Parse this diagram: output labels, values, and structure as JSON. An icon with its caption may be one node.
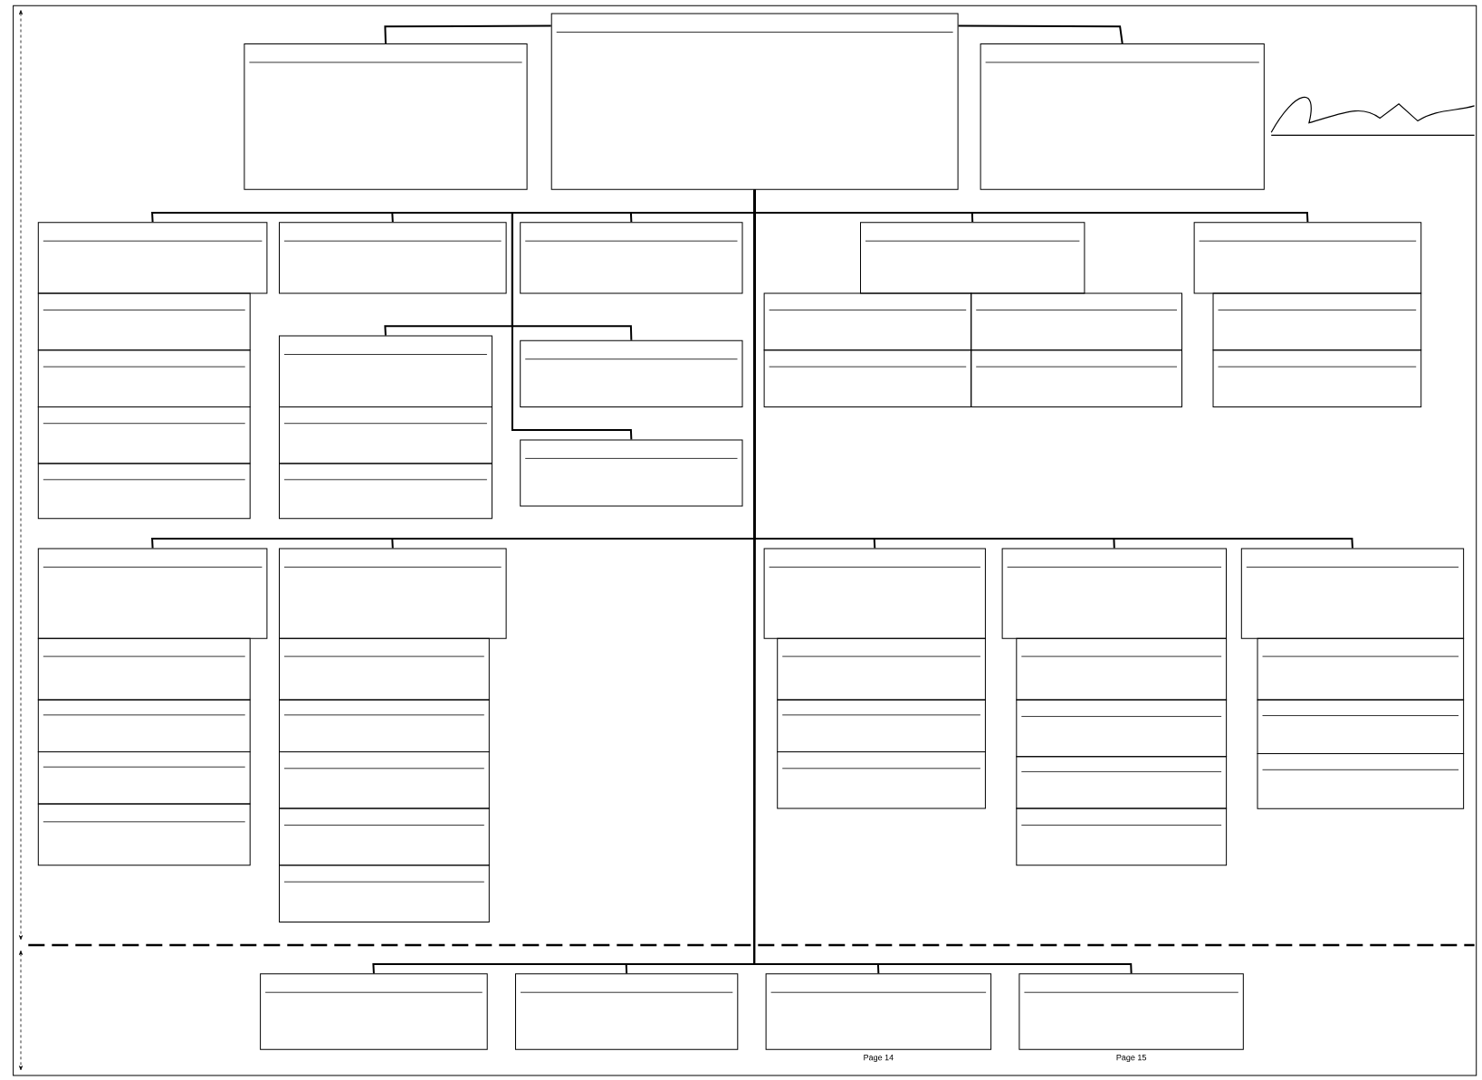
{
  "diagram": {
    "nodes": [
      {
        "text": [],
        "shape": "box"
      },
      {
        "text": [],
        "shape": "box"
      },
      {
        "text": [],
        "shape": "box"
      },
      {
        "text": [],
        "shape": "box"
      },
      {
        "text": [],
        "shape": "box"
      },
      {
        "text": [],
        "shape": "box"
      },
      {
        "text": [],
        "shape": "box"
      },
      {
        "text": [],
        "shape": "box"
      },
      {
        "text": [],
        "shape": "box"
      },
      {
        "text": [],
        "shape": "box"
      },
      {
        "text": [],
        "shape": "box"
      },
      {
        "text": [],
        "shape": "box"
      },
      {
        "text": [],
        "shape": "box"
      },
      {
        "text": [],
        "shape": "box"
      },
      {
        "text": [],
        "shape": "box"
      },
      {
        "text": [],
        "shape": "box"
      },
      {
        "text": [],
        "shape": "box"
      },
      {
        "text": [],
        "shape": "box"
      },
      {
        "text": [],
        "shape": "box"
      },
      {
        "text": [],
        "shape": "box"
      },
      {
        "text": [],
        "shape": "box"
      },
      {
        "text": [],
        "shape": "box"
      },
      {
        "text": [],
        "shape": "box"
      },
      {
        "text": [],
        "shape": "box"
      },
      {
        "text": [],
        "shape": "box"
      },
      {
        "text": [],
        "shape": "box"
      },
      {
        "text": [],
        "shape": "box"
      },
      {
        "text": [],
        "shape": "box"
      },
      {
        "text": [],
        "shape": "box"
      },
      {
        "text": [],
        "shape": "box"
      },
      {
        "text": [],
        "shape": "box"
      },
      {
        "text": [],
        "shape": "box"
      },
      {
        "text": [],
        "shape": "box"
      },
      {
        "text": [],
        "shape": "box"
      },
      {
        "text": [],
        "shape": "box"
      },
      {
        "text": [],
        "shape": "box"
      },
      {
        "text": [],
        "shape": "box"
      },
      {
        "text": [],
        "shape": "box"
      },
      {
        "text": [],
        "shape": "box"
      },
      {
        "text": [],
        "shape": "box"
      },
      {
        "text": [],
        "shape": "box"
      },
      {
        "text": [],
        "shape": "box"
      },
      {
        "text": [],
        "shape": "box"
      },
      {
        "text": [],
        "shape": "box"
      },
      {
        "text": [],
        "shape": "box"
      },
      {
        "text": [],
        "shape": "box"
      },
      {
        "text": [],
        "shape": "box"
      },
      {
        "text": [],
        "shape": "box"
      },
      {
        "text": [],
        "shape": "box"
      },
      {
        "text": [],
        "shape": "box",
        "beside": [
          "Page 14"
        ]
      },
      {
        "text": [],
        "shape": "box",
        "beside": [
          "Page 15"
        ]
      }
    ],
    "edges": [
      {
        "from": 0,
        "to": 1,
        "arrow": "none"
      },
      {
        "from": 0,
        "to": 2,
        "arrow": "none"
      },
      {
        "from": 0,
        "to": 3,
        "arrow": "none"
      },
      {
        "from": 0,
        "to": 8,
        "arrow": "none"
      },
      {
        "from": 0,
        "to": 12,
        "arrow": "none"
      },
      {
        "from": 0,
        "to": 9,
        "arrow": "none"
      },
      {
        "from": 0,
        "to": 13,
        "arrow": "none"
      },
      {
        "from": 0,
        "to": 14,
        "arrow": "none"
      },
      {
        "from": 0,
        "to": 15,
        "arrow": "none"
      },
      {
        "from": 0,
        "to": 16,
        "arrow": "none"
      },
      {
        "from": 0,
        "to": 23,
        "arrow": "none"
      },
      {
        "from": 0,
        "to": 28,
        "arrow": "none"
      },
      {
        "from": 0,
        "to": 34,
        "arrow": "none"
      },
      {
        "from": 0,
        "to": 38,
        "arrow": "none"
      },
      {
        "from": 0,
        "to": 43,
        "arrow": "none"
      },
      {
        "from": 0,
        "to": 47,
        "arrow": "none"
      },
      {
        "from": 0,
        "to": 48,
        "arrow": "none"
      },
      {
        "from": 0,
        "to": 49,
        "arrow": "none"
      },
      {
        "from": 0,
        "to": 50,
        "arrow": "none"
      }
    ]
  }
}
